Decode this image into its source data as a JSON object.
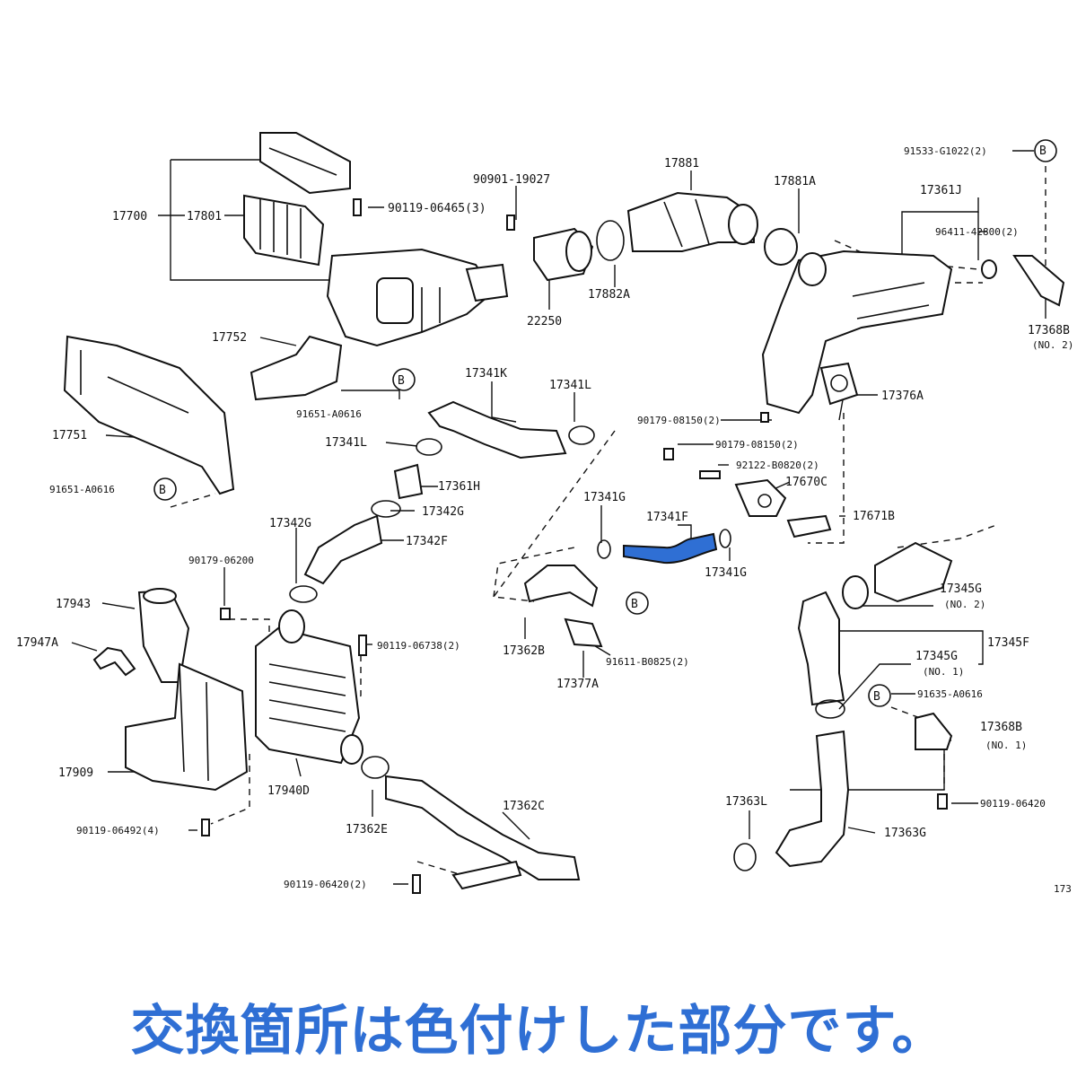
{
  "caption": "交換箇所は色付けした部分です。",
  "accent_color": "#2f6fd4",
  "highlight_color": "#2f6fd4",
  "labels": {
    "p17700": "17700",
    "p17801": "17801",
    "p90119_06465": "90119-06465(3)",
    "p90901_19027": "90901-19027",
    "p17881": "17881",
    "p17881A": "17881A",
    "p91533": "91533-G1022(2)",
    "p17361J": "17361J",
    "p96411": "96411-42800(2)",
    "p17368B2": "17368B",
    "p17368B2_no": "(NO. 2)",
    "p22250": "22250",
    "p17882A": "17882A",
    "p17752": "17752",
    "p91651_a": "91651-A0616",
    "p17341K": "17341K",
    "p17341L_a": "17341L",
    "p17341L_b": "17341L",
    "p17376A": "17376A",
    "p90179_08150_a": "90179-08150(2)",
    "p90179_08150_b": "90179-08150(2)",
    "p92122": "92122-B0820(2)",
    "p17751": "17751",
    "p17361H": "17361H",
    "p17670C": "17670C",
    "p17671B": "17671B",
    "p91651_b": "91651-A0616",
    "p17341G_a": "17341G",
    "p17341F": "17341F",
    "p17342G": "17342G",
    "p17342G_b": "17342G",
    "p17342F": "17342F",
    "p17341G_b": "17341G",
    "p90179_06200": "90179-06200",
    "p17345G2": "17345G",
    "p17345G2_no": "(NO. 2)",
    "p17943": "17943",
    "p17947A": "17947A",
    "p90119_06738": "90119-06738(2)",
    "p17362B": "17362B",
    "p91611": "91611-B0825(2)",
    "p17345G1": "17345G",
    "p17345G1_no": "(NO. 1)",
    "p17345F": "17345F",
    "p17377A": "17377A",
    "p91635": "91635-A0616",
    "p17368B1": "17368B",
    "p17368B1_no": "(NO. 1)",
    "p17909": "17909",
    "p17940D": "17940D",
    "p17362C": "17362C",
    "p17363L": "17363L",
    "p90119_06420_a": "90119-06420",
    "p90119_06492": "90119-06492(4)",
    "p17362E": "17362E",
    "p17363G": "17363G",
    "p90119_06420_b": "90119-06420(2)",
    "p_cut": "173",
    "b_marker": "B"
  }
}
